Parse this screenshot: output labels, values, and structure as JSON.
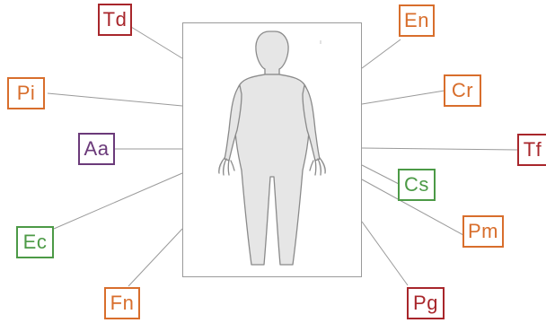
{
  "colors": {
    "red": "#a8262b",
    "orange": "#d86e2c",
    "purple": "#6b3a7a",
    "green": "#4c9a46",
    "frame": "#9a9a9a",
    "figure_fill": "#e6e6e6",
    "figure_stroke": "#8a8a8a",
    "connector": "#9a9a9a"
  },
  "figure": {
    "icon": "human-body-silhouette-icon"
  },
  "labels": {
    "td": {
      "text": "Td",
      "color": "red"
    },
    "en": {
      "text": "En",
      "color": "orange"
    },
    "pi": {
      "text": "Pi",
      "color": "orange"
    },
    "cr": {
      "text": "Cr",
      "color": "orange"
    },
    "aa": {
      "text": "Aa",
      "color": "purple"
    },
    "tf": {
      "text": "Tf",
      "color": "red"
    },
    "cs": {
      "text": "Cs",
      "color": "green"
    },
    "ec": {
      "text": "Ec",
      "color": "green"
    },
    "pm": {
      "text": "Pm",
      "color": "orange"
    },
    "fn": {
      "text": "Fn",
      "color": "orange"
    },
    "pg": {
      "text": "Pg",
      "color": "red"
    }
  }
}
